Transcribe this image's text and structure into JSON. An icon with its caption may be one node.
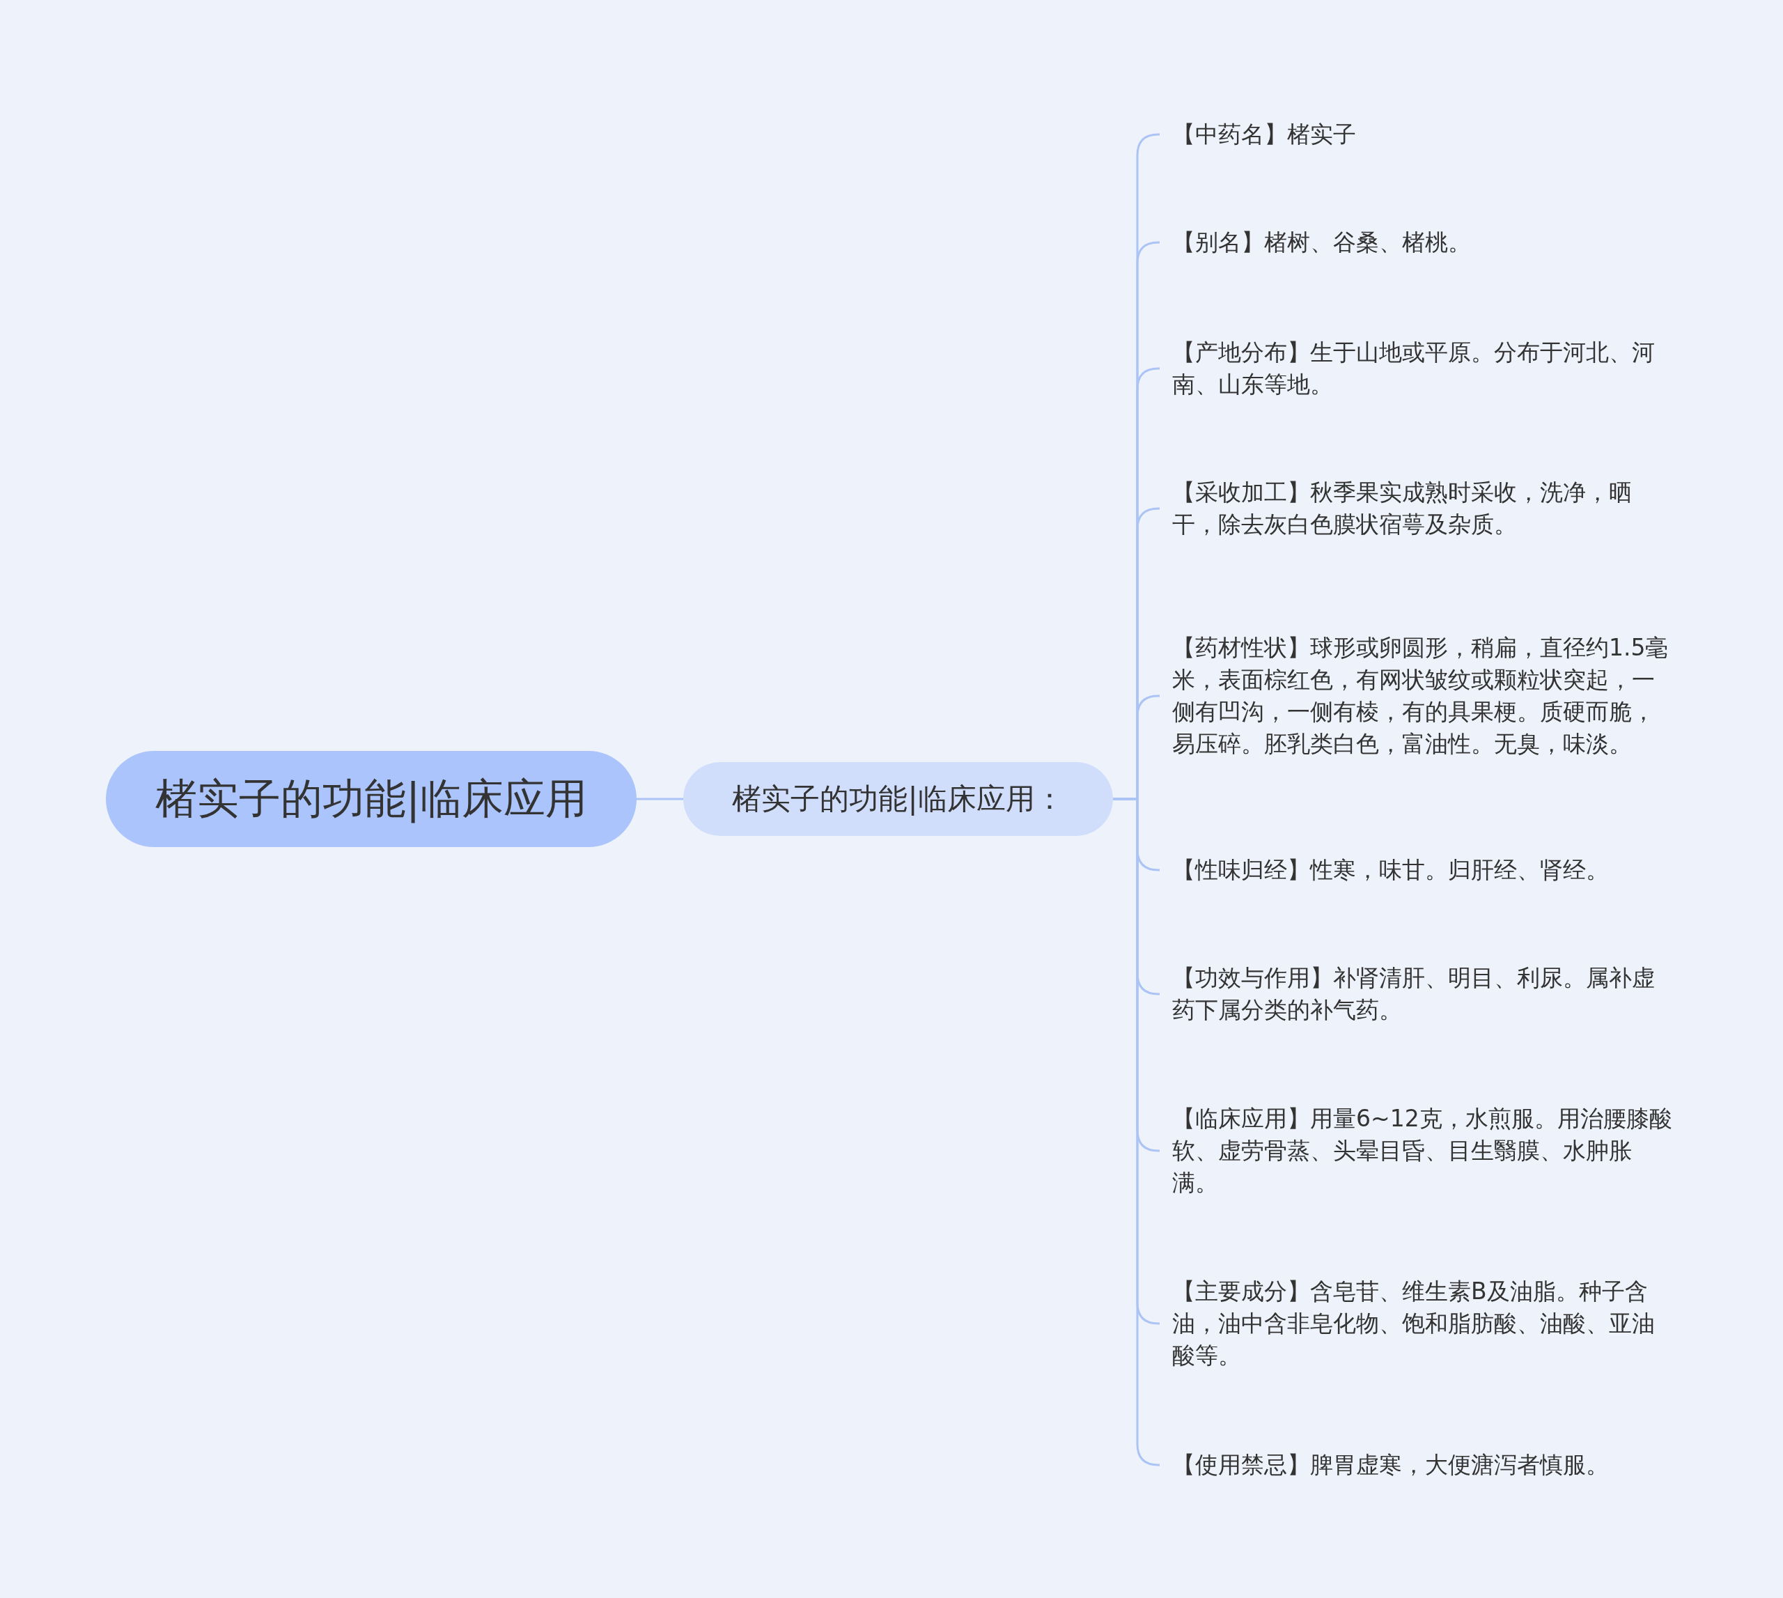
{
  "diagram": {
    "nodes": [
      {
        "text": [
          "楮实子的功能|临床应用"
        ]
      },
      {
        "text": [
          "楮实子的功能|临床应用："
        ]
      },
      {
        "text": [
          "【中药名】楮实子"
        ]
      },
      {
        "text": [
          "【别名】楮树、谷桑、楮桃。"
        ]
      },
      {
        "text": [
          "【产地分布】生于山地或平原。分布于河北、河南、山东等地。"
        ]
      },
      {
        "text": [
          "【采收加工】秋季果实成熟时采收，洗净，晒干，除去灰白色膜状宿萼及杂质。"
        ]
      },
      {
        "text": [
          "【药材性状】球形或卵圆形，稍扁，直径约1.5毫米，表面棕红色，有网状皱纹或颗粒状突起，一侧有凹沟，一侧有棱，有的具果梗。质硬而脆，易压碎。胚乳类白色，富油性。无臭，味淡。"
        ]
      },
      {
        "text": [
          "【性味归经】性寒，味甘。归肝经、肾经。"
        ]
      },
      {
        "text": [
          "【功效与作用】补肾清肝、明目、利尿。属补虚药下属分类的补气药。"
        ]
      },
      {
        "text": [
          "【临床应用】用量6~12克，水煎服。用治腰膝酸软、虚劳骨蒸、头晕目昏、目生翳膜、水肿胀满。"
        ]
      },
      {
        "text": [
          "【主要成分】含皂苷、维生素B及油脂。种子含油，油中含非皂化物、饱和脂肪酸、油酸、亚油酸等。"
        ]
      },
      {
        "text": [
          "【使用禁忌】脾胃虚寒，大便溏泻者慎服。"
        ]
      }
    ],
    "edges": [
      {
        "from": 0,
        "to": 1,
        "arrow": "none"
      },
      {
        "from": 1,
        "to": 2,
        "arrow": "none"
      },
      {
        "from": 1,
        "to": 3,
        "arrow": "none"
      },
      {
        "from": 1,
        "to": 4,
        "arrow": "none"
      },
      {
        "from": 1,
        "to": 5,
        "arrow": "none"
      },
      {
        "from": 1,
        "to": 6,
        "arrow": "none"
      },
      {
        "from": 1,
        "to": 7,
        "arrow": "none"
      },
      {
        "from": 1,
        "to": 8,
        "arrow": "none"
      },
      {
        "from": 1,
        "to": 9,
        "arrow": "none"
      },
      {
        "from": 1,
        "to": 10,
        "arrow": "none"
      },
      {
        "from": 1,
        "to": 11,
        "arrow": "none"
      }
    ]
  }
}
